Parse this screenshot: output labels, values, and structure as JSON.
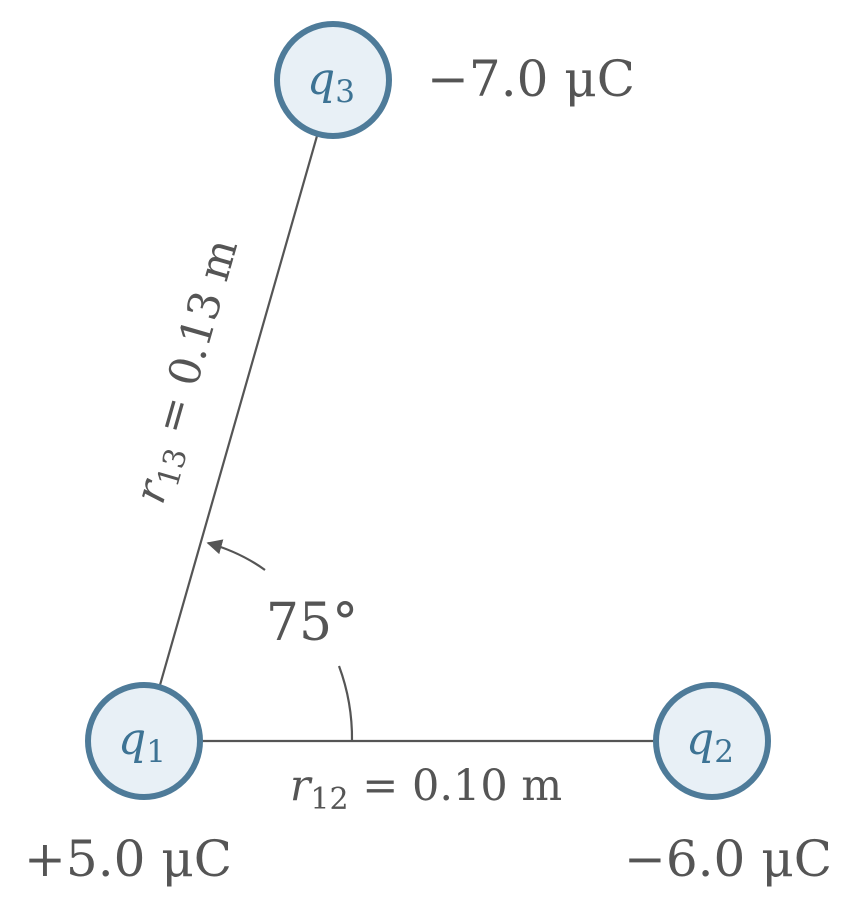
{
  "charges": {
    "q1": {
      "symbol": "q",
      "subscript": "1",
      "value": "+5.0 μC"
    },
    "q2": {
      "symbol": "q",
      "subscript": "2",
      "value": "−6.0 μC"
    },
    "q3": {
      "symbol": "q",
      "subscript": "3",
      "value": "−7.0 μC"
    }
  },
  "distances": {
    "r12": {
      "symbol": "r",
      "subscript": "12",
      "rest": " = 0.10 m"
    },
    "r13": {
      "symbol": "r",
      "subscript": "13",
      "rest": " = 0.13 m"
    }
  },
  "angle": {
    "label": "75°"
  },
  "colors": {
    "circle_stroke": "#4e7b99",
    "circle_fill": "#e8f0f6",
    "charge_text": "#3d7394",
    "line": "#555555"
  }
}
